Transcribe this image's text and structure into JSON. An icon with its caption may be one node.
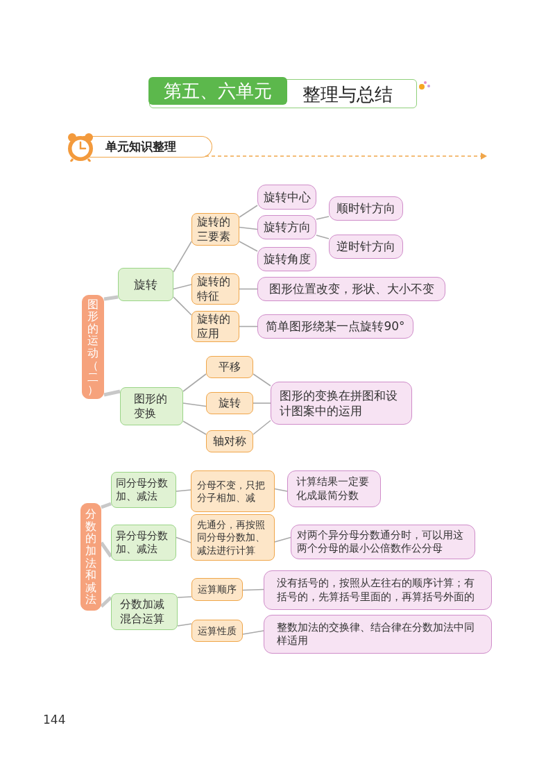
{
  "diagram": {
    "title": "第五、六单元",
    "nodes": [
      {
        "text": [
          "图形的运动（二）"
        ]
      },
      {
        "text": [
          "旋转"
        ]
      },
      {
        "text": [
          "旋转的三要素"
        ]
      },
      {
        "text": [
          "旋转中心"
        ]
      },
      {
        "text": [
          "旋转方向"
        ]
      },
      {
        "text": [
          "顺时针方向"
        ]
      },
      {
        "text": [
          "逆时针方向"
        ]
      },
      {
        "text": [
          "旋转角度"
        ]
      },
      {
        "text": [
          "旋转的特征"
        ]
      },
      {
        "text": [
          "图形位置改变，形状、大小不变"
        ]
      },
      {
        "text": [
          "旋转的应用"
        ]
      },
      {
        "text": [
          "简单图形绕某一点旋转90°"
        ]
      },
      {
        "text": [
          "图形的变换"
        ]
      },
      {
        "text": [
          "平移"
        ]
      },
      {
        "text": [
          "旋转"
        ]
      },
      {
        "text": [
          "轴对称"
        ]
      },
      {
        "text": [
          "图形的变换在拼图和设计图案中的运用"
        ]
      },
      {
        "text": [
          "分数的加法和减法"
        ]
      },
      {
        "text": [
          "同分母分数加、减法"
        ]
      },
      {
        "text": [
          "分母不变，只把分子相加、减"
        ]
      },
      {
        "text": [
          "计算结果一定要化成最简分数"
        ]
      },
      {
        "text": [
          "异分母分数加、减法"
        ]
      },
      {
        "text": [
          "先通分，再按照同分母分数加、减法进行计算"
        ]
      },
      {
        "text": [
          "对两个异分母分数通分时，可以用这两个分母的最小公倍数作公分母"
        ]
      },
      {
        "text": [
          "分数加减混合运算"
        ]
      },
      {
        "text": [
          "运算顺序"
        ]
      },
      {
        "text": [
          "没有括号的，按照从左往右的顺序计算；有括号的，先算括号里面的，再算括号外面的"
        ]
      },
      {
        "text": [
          "运算性质"
        ]
      },
      {
        "text": [
          "整数加法的交换律、结合律在分数加法中同样适用"
        ]
      }
    ],
    "edges": [
      {
        "from": 0,
        "to": 1,
        "arrow": "none",
        "style": "thick",
        "color": "#c8c8c8"
      },
      {
        "from": 0,
        "to": 12,
        "arrow": "none",
        "style": "thick",
        "color": "#c8c8c8"
      },
      {
        "from": 1,
        "to": 2,
        "arrow": "none"
      },
      {
        "from": 1,
        "to": 8,
        "arrow": "none"
      },
      {
        "from": 1,
        "to": 10,
        "arrow": "none"
      },
      {
        "from": 2,
        "to": 3,
        "arrow": "none"
      },
      {
        "from": 2,
        "to": 4,
        "arrow": "none"
      },
      {
        "from": 2,
        "to": 7,
        "arrow": "none"
      },
      {
        "from": 4,
        "to": 5,
        "arrow": "none"
      },
      {
        "from": 4,
        "to": 6,
        "arrow": "none"
      },
      {
        "from": 8,
        "to": 9,
        "arrow": "none"
      },
      {
        "from": 10,
        "to": 11,
        "arrow": "none"
      },
      {
        "from": 12,
        "to": 13,
        "arrow": "none"
      },
      {
        "from": 12,
        "to": 14,
        "arrow": "none"
      },
      {
        "from": 12,
        "to": 15,
        "arrow": "none"
      },
      {
        "from": 13,
        "to": 16,
        "arrow": "none"
      },
      {
        "from": 14,
        "to": 16,
        "arrow": "none"
      },
      {
        "from": 15,
        "to": 16,
        "arrow": "none"
      },
      {
        "from": 17,
        "to": 18,
        "arrow": "none",
        "style": "thick",
        "color": "#c8c8c8"
      },
      {
        "from": 17,
        "to": 21,
        "arrow": "none",
        "style": "thick",
        "color": "#c8c8c8"
      },
      {
        "from": 17,
        "to": 24,
        "arrow": "none",
        "style": "thick",
        "color": "#c8c8c8"
      },
      {
        "from": 18,
        "to": 19,
        "arrow": "none"
      },
      {
        "from": 19,
        "to": 20,
        "arrow": "none"
      },
      {
        "from": 21,
        "to": 22,
        "arrow": "none"
      },
      {
        "from": 22,
        "to": 23,
        "arrow": "none"
      },
      {
        "from": 24,
        "to": 25,
        "arrow": "none"
      },
      {
        "from": 24,
        "to": 27,
        "arrow": "none"
      },
      {
        "from": 25,
        "to": 26,
        "arrow": "none"
      },
      {
        "from": 27,
        "to": 28,
        "arrow": "none"
      }
    ],
    "labels": [
      "整理与总结",
      "单元知识整理",
      "144"
    ]
  }
}
